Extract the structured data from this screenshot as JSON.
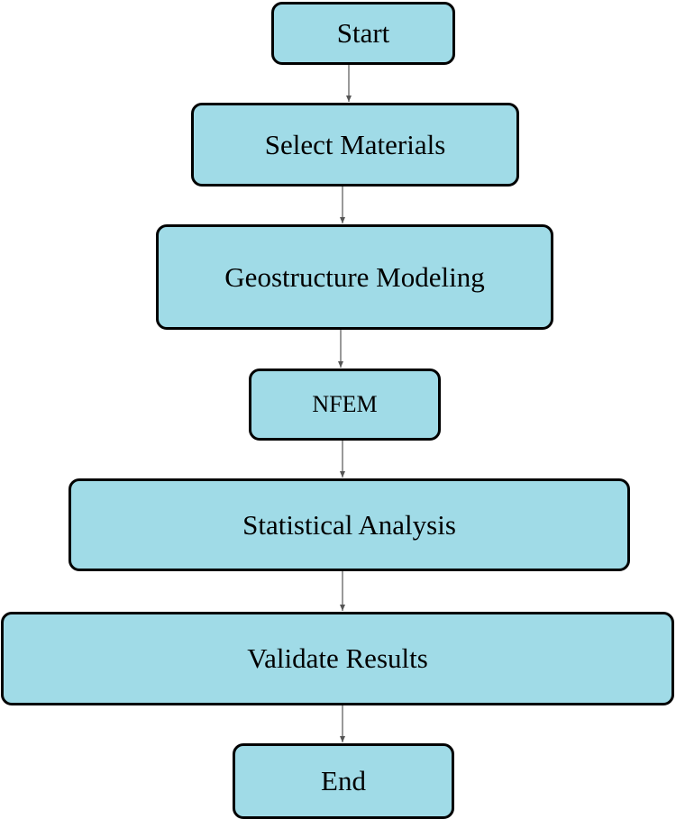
{
  "flowchart": {
    "box_fill": "#a0dbe7",
    "border_color": "#000000",
    "arrow_color": "#555555",
    "nodes": [
      {
        "id": "start",
        "label": "Start"
      },
      {
        "id": "select_materials",
        "label": "Select Materials"
      },
      {
        "id": "geostructure_modeling",
        "label": "Geostructure Modeling"
      },
      {
        "id": "nfem",
        "label": "NFEM"
      },
      {
        "id": "statistical_analysis",
        "label": "Statistical Analysis"
      },
      {
        "id": "validate_results",
        "label": "Validate Results"
      },
      {
        "id": "end",
        "label": "End"
      }
    ],
    "edges": [
      {
        "from": "start",
        "to": "select_materials"
      },
      {
        "from": "select_materials",
        "to": "geostructure_modeling"
      },
      {
        "from": "geostructure_modeling",
        "to": "nfem"
      },
      {
        "from": "nfem",
        "to": "statistical_analysis"
      },
      {
        "from": "statistical_analysis",
        "to": "validate_results"
      },
      {
        "from": "validate_results",
        "to": "end"
      }
    ]
  }
}
